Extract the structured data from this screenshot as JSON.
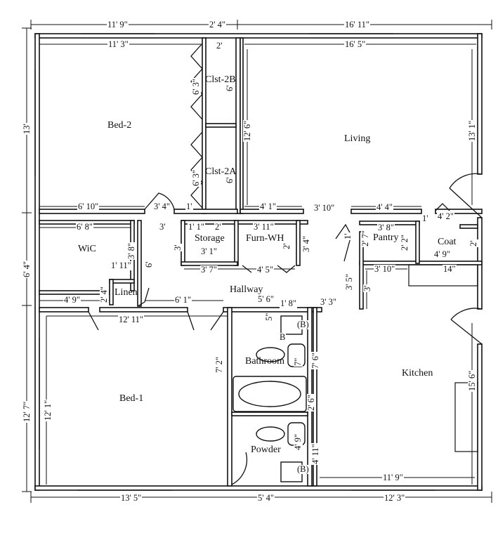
{
  "rooms": {
    "bed2": "Bed-2",
    "living": "Living",
    "clst2b": "Clst-2B",
    "clst2a": "Clst-2A",
    "wic": "WiC",
    "storage": "Storage",
    "furn_wh": "Furn-WH",
    "pantry": "Pantry",
    "coat": "Coat",
    "linen": "Linen",
    "hallway": "Hallway",
    "bathroom": "Bathroom",
    "kitchen": "Kitchen",
    "bed1": "Bed-1",
    "powder": "Powder"
  },
  "dimensions": {
    "top_left": "11' 9\"",
    "top_mid": "2' 4\"",
    "top_right": "16' 11\"",
    "bed2_width": "11' 3\"",
    "clst_width": "2'",
    "living_width": "16' 5\"",
    "left_upper": "13'",
    "left_mid": "6' 4\"",
    "left_lower": "12' 7\"",
    "clst2b_left": "6' 3\"",
    "clst2b_right": "6'",
    "clst2a_left": "6' 3\"",
    "clst2a_right": "6'",
    "living_height": "12' 6\"",
    "living_right": "13' 1\"",
    "bed2_bottom": "6' 10\"",
    "door_3_4": "3' 4\"",
    "one_ft": "1'",
    "living_bottom_left": "4' 1\"",
    "living_bottom_mid": "3' 10\"",
    "living_bottom_right": "4' 4\"",
    "wic_top": "6' 8\"",
    "wic_right": "3' 8\"",
    "three_ft_a": "3'",
    "storage_top_a": "1' 1\"",
    "storage_top_b": "2'",
    "furn_top": "3' 11\"",
    "storage_left": "3'",
    "storage_bottom": "3' 1\"",
    "furn_right": "2'",
    "furn_right2": "3' 4\"",
    "hall_bottom_a": "3' 7\"",
    "hall_bottom_b": "4' 5\"",
    "coat_top_small": "1'",
    "coat_top": "4' 2\"",
    "pantry_top": "3' 8\"",
    "pantry_left": "2' 7\"",
    "pantry_right": "2' 2\"",
    "coat_right": "2'",
    "coat_bottom": "4' 9\"",
    "pantry_door": "1'",
    "kitchen_top": "3' 10\"",
    "kitchen_top_right": "14\"",
    "kitchen_left_a": "3' 5\"",
    "kitchen_left_b": "3'",
    "linen_top": "1' 11\"",
    "linen_side": "2' 4\"",
    "six_ft": "6'",
    "bed1_top_a": "4' 9\"",
    "hall_lower": "6' 1\"",
    "bath_top": "5' 6\"",
    "bath_top_b": "1' 8\"",
    "bath_top_c": "3' 3\"",
    "bed1_top": "12' 11\"",
    "bed1_left": "12' 1\"",
    "bath_left": "7' 2\"",
    "bath_right": "7' 6\"",
    "bath_right_small": "7\"",
    "bath_lower_right": "2' 6\"",
    "powder_right_a": "4' 9\"",
    "powder_right_b": "4' 11\"",
    "kitchen_right": "15' 6\"",
    "kitchen_bottom": "11' 9\"",
    "bottom_left": "13' 5\"",
    "bottom_mid": "5' 4\"",
    "bottom_right": "12' 3\""
  },
  "fixture_marks": {
    "bath_toilet": "(B)",
    "powder_toilet": "(B)",
    "b_mark": "B",
    "bath_small": "5\""
  }
}
